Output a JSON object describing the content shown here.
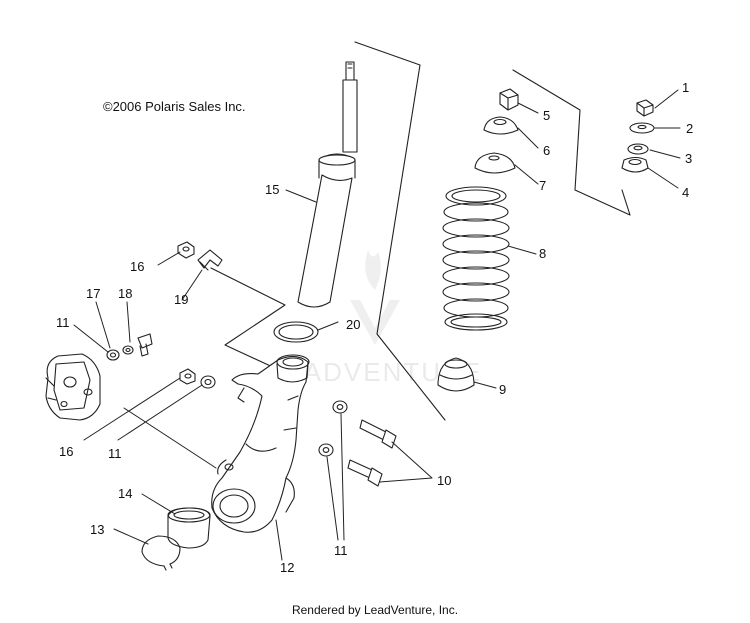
{
  "copyright": "©2006 Polaris Sales Inc.",
  "footer": "Rendered by LeadVenture, Inc.",
  "watermark": "LEADVENTURE",
  "callouts": {
    "c1": "1",
    "c2": "2",
    "c3": "3",
    "c4": "4",
    "c5": "5",
    "c6": "6",
    "c7": "7",
    "c8": "8",
    "c9": "9",
    "c10": "10",
    "c11a": "11",
    "c11b": "11",
    "c11c": "11",
    "c12": "12",
    "c13": "13",
    "c14": "14",
    "c15": "15",
    "c16a": "16",
    "c16b": "16",
    "c17": "17",
    "c18": "18",
    "c19": "19",
    "c20": "20"
  },
  "colors": {
    "line": "#222222",
    "watermark": "#d9d9d9"
  }
}
